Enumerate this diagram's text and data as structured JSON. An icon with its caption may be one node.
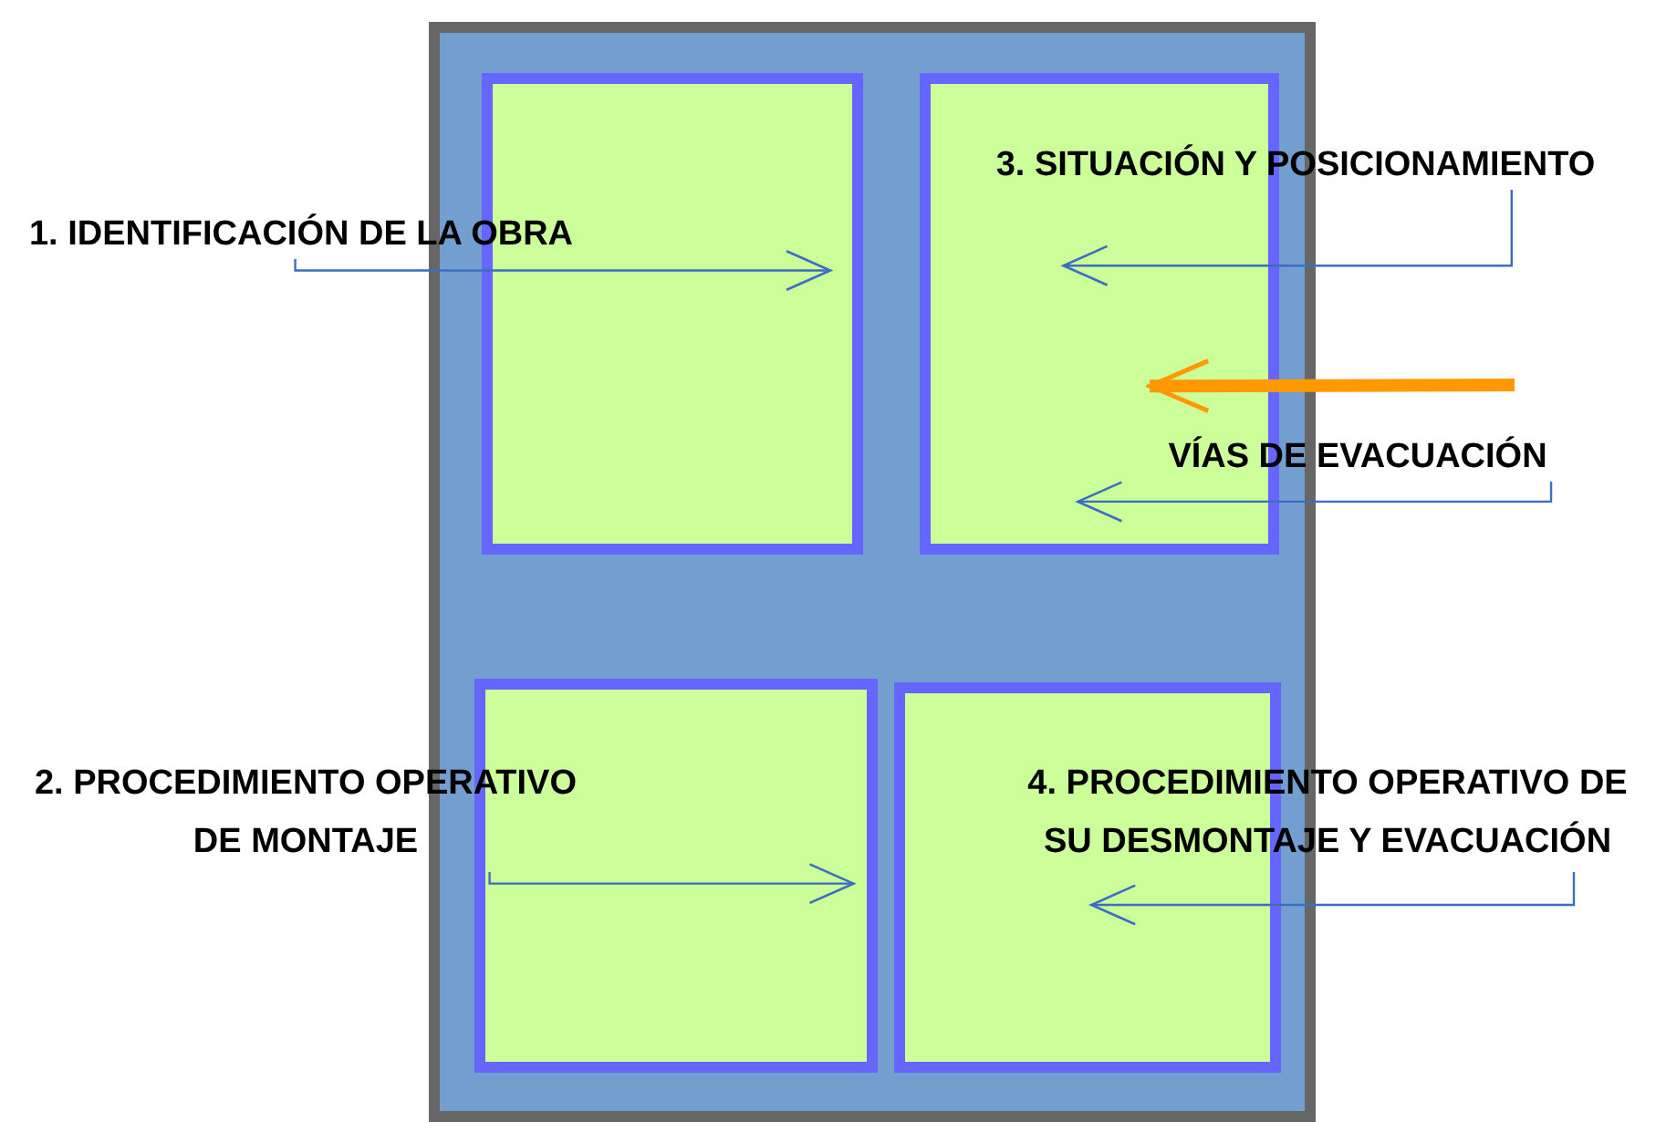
{
  "diagram": {
    "nodes": [
      {
        "text": [],
        "shape": "box"
      },
      {
        "text": [],
        "shape": "box",
        "in": 0
      },
      {
        "text": [],
        "shape": "box",
        "in": 0
      },
      {
        "text": [],
        "shape": "box",
        "in": 0
      },
      {
        "text": [],
        "shape": "box",
        "in": 0
      },
      {
        "text": [
          "3. SITUACIÓN Y POSICIONAMIENTO"
        ]
      },
      {
        "text": [
          "1. IDENTIFICACIÓN DE LA OBRA"
        ]
      },
      {
        "text": [
          "VÍAS DE EVACUACIÓN"
        ]
      },
      {
        "text": [
          "2. PROCEDIMIENTO OPERATIVO DE MONTAJE"
        ]
      },
      {
        "text": [
          "4. PROCEDIMIENTO OPERATIVO DE SU DESMONTAJE Y EVACUACIÓN"
        ]
      }
    ],
    "edges": [
      {
        "from": 6,
        "to": 1,
        "arrow": "to"
      },
      {
        "from": 5,
        "to": 2,
        "arrow": "to"
      },
      {
        "from": null,
        "to": 2,
        "arrow": "to",
        "style": "thick",
        "color": "#ff9900"
      },
      {
        "from": 7,
        "to": 2,
        "arrow": "to"
      },
      {
        "from": 8,
        "to": 3,
        "arrow": "to"
      },
      {
        "from": 9,
        "to": 4,
        "arrow": "to"
      }
    ]
  }
}
